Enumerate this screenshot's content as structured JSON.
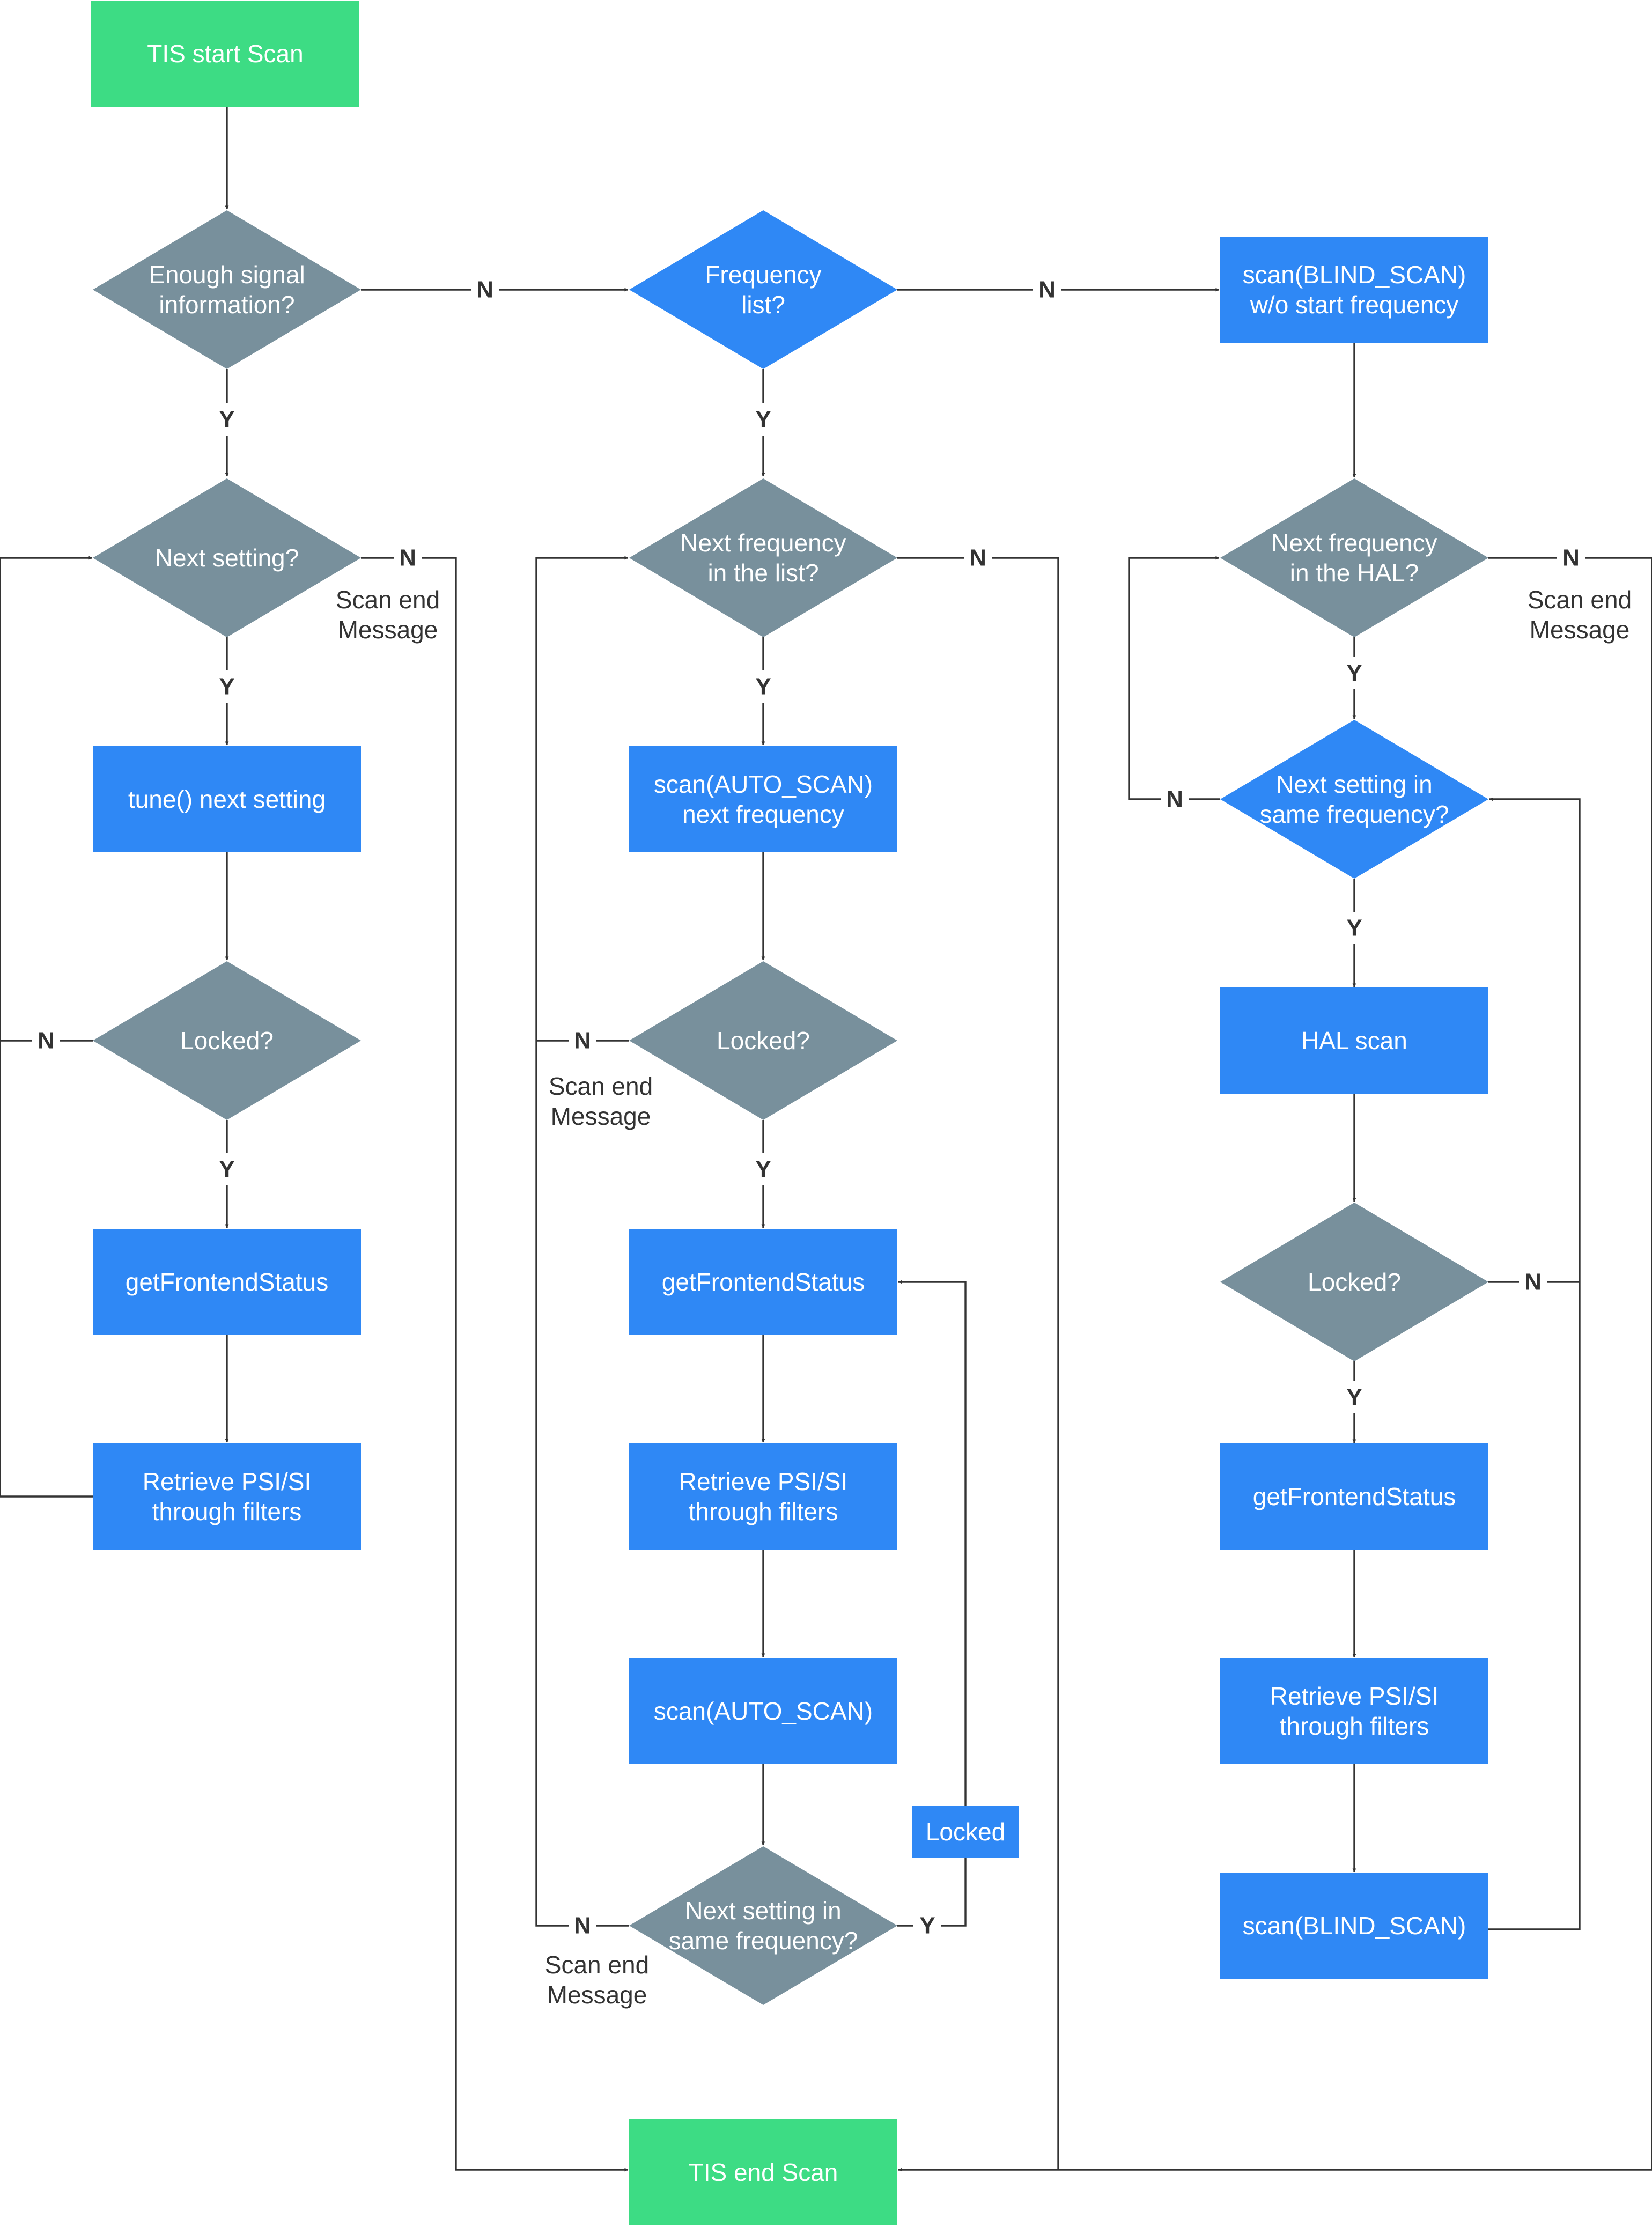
{
  "colors": {
    "start_end": "#3ddc84",
    "process": "#2f88f5",
    "decision_blue": "#2f88f5",
    "decision_grey": "#78909c",
    "edge": "#333333",
    "text_light": "#ffffff",
    "text_dark": "#333333"
  },
  "labels": {
    "yes": "Y",
    "no": "N"
  },
  "nodes": {
    "start": "TIS start Scan",
    "end": "TIS end Scan",
    "col1": {
      "enough_info": [
        "Enough signal",
        "information?"
      ],
      "next_setting": "Next setting?",
      "tune": "tune() next setting",
      "locked": "Locked?",
      "get_status": "getFrontendStatus",
      "retrieve": [
        "Retrieve PSI/SI",
        "through filters"
      ]
    },
    "col2": {
      "freq_list": [
        "Frequency",
        "list?"
      ],
      "next_freq_list": [
        "Next frequency",
        "in the list?"
      ],
      "auto_scan_next": [
        "scan(AUTO_SCAN)",
        "next frequency"
      ],
      "locked": "Locked?",
      "get_status": "getFrontendStatus",
      "retrieve": [
        "Retrieve PSI/SI",
        "through filters"
      ],
      "auto_scan": "scan(AUTO_SCAN)",
      "next_setting_same": [
        "Next setting in",
        "same frequency?"
      ],
      "locked_tag": "Locked"
    },
    "col3": {
      "blind_scan_start": [
        "scan(BLIND_SCAN)",
        "w/o start frequency"
      ],
      "next_freq_hal": [
        "Next frequency",
        "in the HAL?"
      ],
      "next_setting_same": [
        "Next setting in",
        "same frequency?"
      ],
      "hal_scan": "HAL scan",
      "locked": "Locked?",
      "get_status": "getFrontendStatus",
      "retrieve": [
        "Retrieve PSI/SI",
        "through filters"
      ],
      "blind_scan": "scan(BLIND_SCAN)"
    }
  },
  "notes": {
    "scan_end": [
      "Scan end",
      "Message"
    ]
  }
}
